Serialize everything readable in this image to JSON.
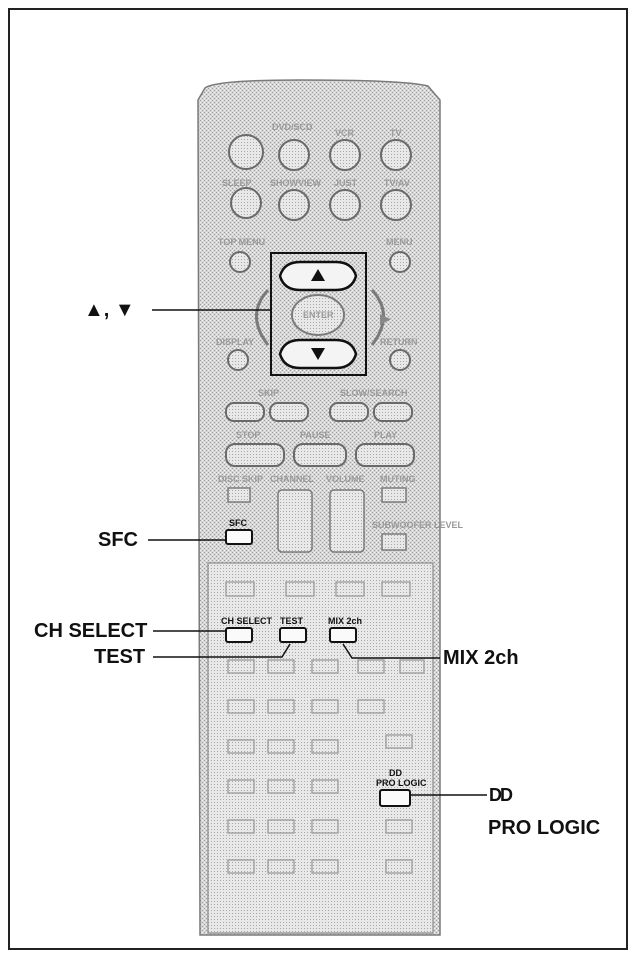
{
  "callouts": {
    "up_down": "▲, ▼",
    "sfc": "SFC",
    "ch_select": "CH SELECT",
    "test": "TEST",
    "mix_2ch": "MIX 2ch",
    "pro_logic_symbol": "DD",
    "pro_logic": "PRO LOGIC"
  },
  "remote": {
    "top_labels": [
      "DVD/SCD",
      "VCR",
      "TV"
    ],
    "row2_labels": [
      "SLEEP",
      "SHOWVIEW",
      "JUST",
      "TV/AV"
    ],
    "side_labels": {
      "top_menu": "TOP MENU",
      "menu": "MENU",
      "display": "DISPLAY",
      "return": "RETURN"
    },
    "enter_label": "ENTER",
    "transport_labels": {
      "skip": "SKIP",
      "slow_search": "SLOW/SEARCH",
      "stop": "STOP",
      "pause": "PAUSE",
      "play": "PLAY"
    },
    "lower_labels": {
      "disc_sdp": "DISC SKIP",
      "channel": "CHANNEL",
      "volume": "VOLUME",
      "muting": "MUTING",
      "subwoofer": "SUBWOOFER LEVEL"
    },
    "sfc_button": "SFC",
    "ch_select_button": "CH SELECT",
    "test_button": "TEST",
    "mix_button": "MIX 2ch",
    "pro_logic_button_symbol": "DD",
    "pro_logic_button": "PRO LOGIC"
  }
}
